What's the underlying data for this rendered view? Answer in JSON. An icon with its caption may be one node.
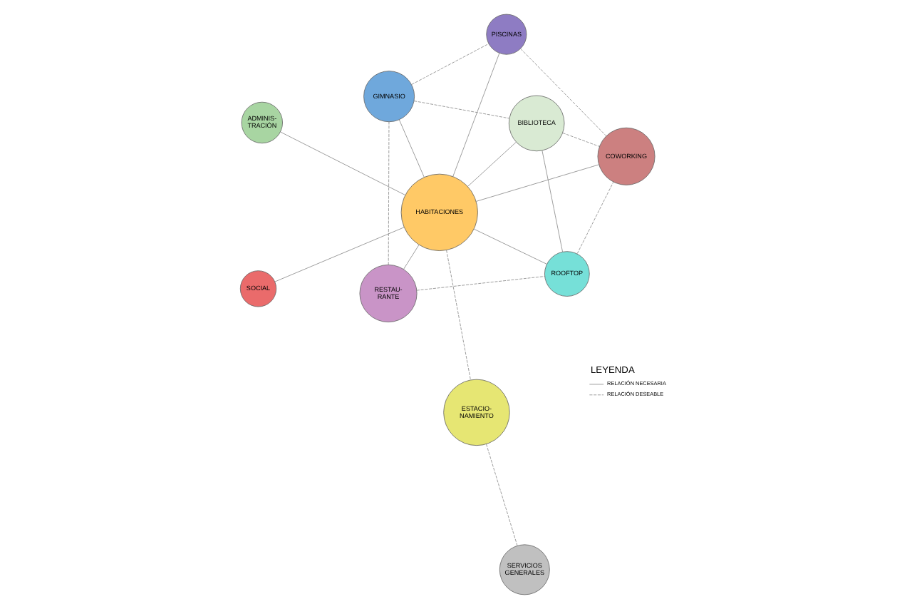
{
  "diagram": {
    "nodes": [
      {
        "text": [
          "GIMNASIO"
        ]
      },
      {
        "text": [
          "PISCINAS"
        ]
      },
      {
        "text": [
          "RESTAU- RANTE"
        ]
      },
      {
        "text": [
          "ADMINIS- TRACIÓN"
        ]
      },
      {
        "text": [
          "BIBLIOTECA"
        ]
      },
      {
        "text": [
          "HABITACIONES"
        ]
      },
      {
        "text": [
          "SOCIAL"
        ]
      },
      {
        "text": [
          "COWORKING"
        ]
      },
      {
        "text": [
          "ROOFTOP"
        ]
      },
      {
        "text": [
          "SERVICIOS GENERALES"
        ]
      },
      {
        "text": [
          "ESTACIO- NAMIENTO"
        ]
      }
    ],
    "edges": [
      {
        "from": 5,
        "to": 3,
        "arrow": "none"
      },
      {
        "from": 5,
        "to": 2,
        "arrow": "none"
      },
      {
        "from": 5,
        "to": 0,
        "arrow": "none"
      },
      {
        "from": 5,
        "to": 1,
        "arrow": "none"
      },
      {
        "from": 5,
        "to": 4,
        "arrow": "none"
      },
      {
        "from": 5,
        "to": 7,
        "arrow": "none"
      },
      {
        "from": 5,
        "to": 8,
        "arrow": "none"
      },
      {
        "from": 5,
        "to": 6,
        "arrow": "none"
      },
      {
        "from": 4,
        "to": 8,
        "arrow": "none"
      },
      {
        "from": 2,
        "to": 0,
        "arrow": "none",
        "style": "dashed"
      },
      {
        "from": 0,
        "to": 1,
        "arrow": "none",
        "style": "dashed"
      },
      {
        "from": 0,
        "to": 4,
        "arrow": "none",
        "style": "dashed"
      },
      {
        "from": 1,
        "to": 7,
        "arrow": "none",
        "style": "dashed"
      },
      {
        "from": 4,
        "to": 7,
        "arrow": "none",
        "style": "dashed"
      },
      {
        "from": 2,
        "to": 8,
        "arrow": "none",
        "style": "dashed"
      },
      {
        "from": 8,
        "to": 7,
        "arrow": "none",
        "style": "dashed"
      },
      {
        "from": 5,
        "to": 10,
        "arrow": "none",
        "style": "dashed"
      },
      {
        "from": 9,
        "to": 10,
        "arrow": "none",
        "style": "dashed"
      }
    ],
    "labels": [
      "LEYENDA"
    ],
    "legend": [
      {
        "text": "RELACIÓN NECESARIA"
      },
      {
        "text": "RELACIÓN DESEABLE"
      }
    ]
  }
}
